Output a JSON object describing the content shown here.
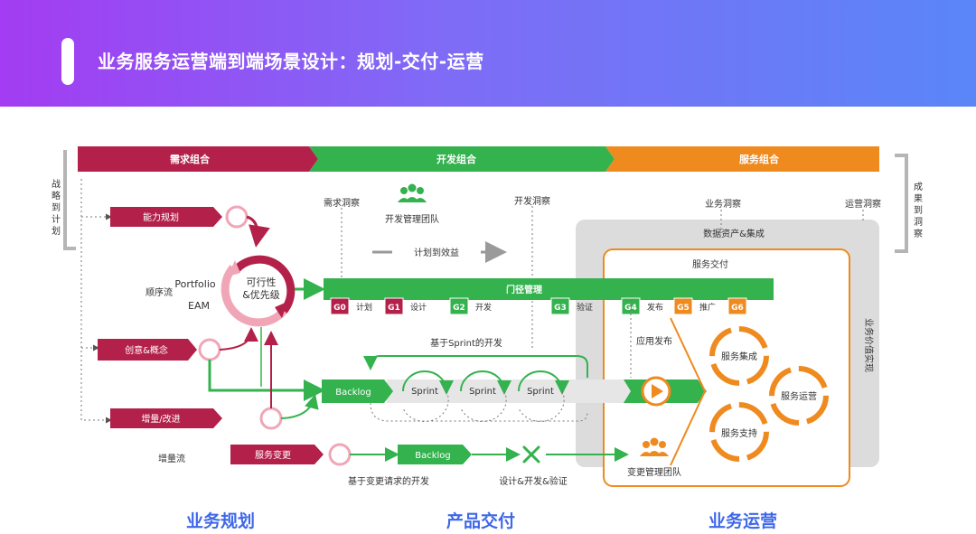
{
  "header": {
    "title": "业务服务运营端到端场景设计：规划-交付-运营"
  },
  "colors": {
    "red": "#b3214a",
    "green": "#33b24e",
    "orange": "#ef8a1f",
    "grey": "#dcdcdc",
    "blue": "#3f68e8",
    "pink": "#f0a6b6"
  },
  "phases": [
    {
      "label": "需求组合"
    },
    {
      "label": "开发组合"
    },
    {
      "label": "服务组合"
    }
  ],
  "left_side": {
    "label": "战略到计划"
  },
  "right_side": {
    "label": "成果到洞察"
  },
  "insights": {
    "demand": "需求洞察",
    "dev": "开发洞察",
    "business": "业务洞察",
    "ops": "运营洞察"
  },
  "planning": {
    "capability": "能力规划",
    "feasibility_1": "可行性",
    "feasibility_2": "&优先级",
    "portfolio": "Portfolio",
    "eam": "EAM",
    "sequence_flow": "顺序流",
    "idea": "创意&概念",
    "increment": "增量/改进",
    "increment_flow": "增量流",
    "service_change": "服务变更"
  },
  "delivery": {
    "dev_team": "开发管理团队",
    "plan_to_result": "计划到效益",
    "gate_bar": "门径管理",
    "gates": [
      {
        "code": "G0",
        "label": "计划"
      },
      {
        "code": "G1",
        "label": "设计"
      },
      {
        "code": "G2",
        "label": "开发"
      },
      {
        "code": "G3",
        "label": "验证"
      },
      {
        "code": "G4",
        "label": "发布"
      },
      {
        "code": "G5",
        "label": "推广"
      },
      {
        "code": "G6",
        "label": ""
      }
    ],
    "sprint_dev": "基于Sprint的开发",
    "backlog": "Backlog",
    "sprints": [
      "Sprint",
      "Sprint",
      "Sprint"
    ],
    "backlog2": "Backlog",
    "change_dev": "基于变更请求的开发",
    "design_dev_verify": "设计&开发&验证"
  },
  "operations": {
    "data_assets": "数据资产&集成",
    "service_delivery": "服务交付",
    "app_release": "应用发布",
    "service_integration": "服务集成",
    "service_operation": "服务运营",
    "service_support": "服务支持",
    "change_team": "变更管理团队",
    "value_stream": "业务价值实现"
  },
  "bottom": {
    "planning": "业务规划",
    "delivery": "产品交付",
    "operations": "业务运营"
  }
}
